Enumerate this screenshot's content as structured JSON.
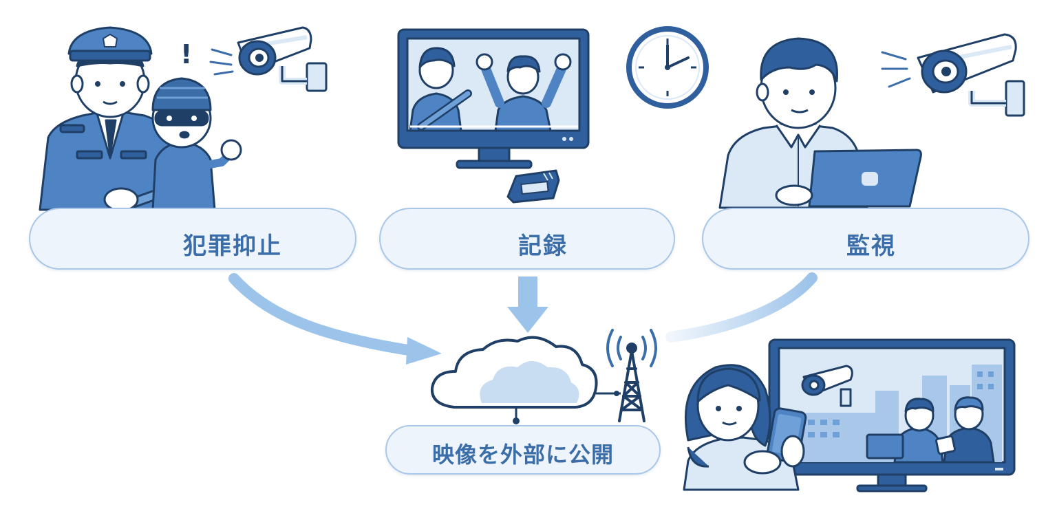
{
  "labels": {
    "deterrence": "犯罪抑止",
    "recording": "記録",
    "monitoring": "監視",
    "publish": "映像を外部に公開"
  },
  "exclamation": "!",
  "colors": {
    "primary": "#3b6da8",
    "dark": "#1f3f66",
    "light": "#dbe8f6",
    "mid": "#5b8fcf",
    "arrow": "#9cc3ea",
    "pill_bg": "#eef4fb",
    "pill_border": "#a9c7e8"
  },
  "icons": [
    "police-officer-illustration",
    "burglar-illustration",
    "security-camera-icon",
    "monitor-recording-illustration",
    "sd-card-icon",
    "clock-icon",
    "man-laptop-illustration",
    "shield-home-icon",
    "tablet-play-icon",
    "cloud-icon",
    "antenna-tower-icon",
    "woman-smartphone-illustration",
    "public-display-illustration",
    "arrow-icon"
  ]
}
